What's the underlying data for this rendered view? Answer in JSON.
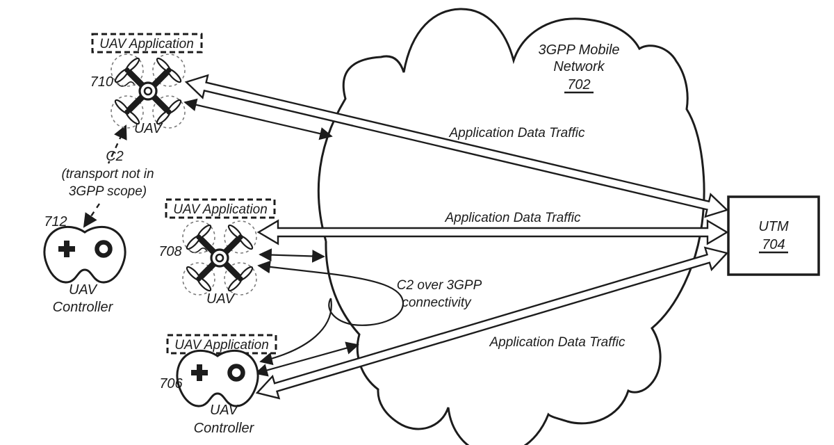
{
  "figure": {
    "cloud": {
      "label1": "3GPP Mobile",
      "label2": "Network",
      "ref": "702"
    },
    "utm": {
      "name": "UTM",
      "ref": "704"
    },
    "uav_710": {
      "app": "UAV Application",
      "ref": "710",
      "label": "UAV"
    },
    "uav_708": {
      "app": "UAV Application",
      "ref": "708",
      "label": "UAV"
    },
    "ctrl_712": {
      "ref": "712",
      "label1": "UAV",
      "label2": "Controller"
    },
    "ctrl_706": {
      "app": "UAV Application",
      "ref": "706",
      "label1": "UAV",
      "label2": "Controller"
    },
    "c2_note": {
      "line1": "C2",
      "line2": "(transport not in",
      "line3": "3GPP scope)"
    },
    "c2_link": {
      "line1": "C2 over 3GPP",
      "line2": "connectivity"
    },
    "traffic_top": "Application Data Traffic",
    "traffic_mid": "Application Data Traffic",
    "traffic_bottom": "Application Data Traffic"
  }
}
